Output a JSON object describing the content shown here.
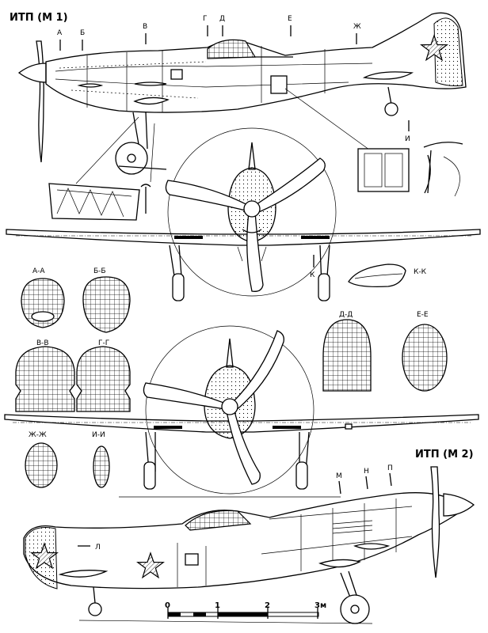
{
  "titles": {
    "m1": "ИТП (М 1)",
    "m2": "ИТП (М 2)"
  },
  "station_labels_m1": [
    "А",
    "Б",
    "В",
    "Г",
    "Д",
    "Е",
    "Ж"
  ],
  "station_labels_m2": [
    "М",
    "Н",
    "П"
  ],
  "marker_labels": {
    "i": "И",
    "k": "К",
    "l": "Л"
  },
  "sections": {
    "aa": "А-А",
    "bb": "Б-Б",
    "vv": "В-В",
    "gg": "Г-Г",
    "dd": "Д-Д",
    "ee": "Е-Е",
    "zhzh": "Ж-Ж",
    "ii": "И-И",
    "kk": "К-К"
  },
  "scale_bar": {
    "ticks": [
      "0",
      "1",
      "2",
      "3м"
    ]
  },
  "colors": {
    "line": "#000000",
    "paper": "#ffffff"
  }
}
